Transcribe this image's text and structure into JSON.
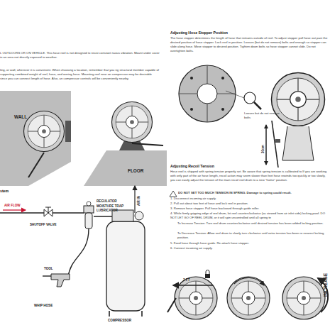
{
  "diagram": {
    "labels": [
      "L OUTDOORS OR ON VEHICLE. This hose reel is not designed to resist constant nuous vibration. Mount under cover in an area not directly exposed to weather.",
      "ling, or wall, wherever it is convenient. When choosing a location, remember that you ng structural member capable of supporting combined weight of reel, hose, and wering hose. Mounting reel near an compressor may be desirable since you can connect length of hose. Also, an compressor controls will be conveniently nearby.",
      "WALL",
      "FLOOR",
      "stem",
      "AIR FLOW",
      "REGULATOR MOISTURE TRAP LUBRICATOR",
      "SHUTOFF VALVE",
      "AIR IN",
      "TOOL",
      "WHIP HOSE",
      "COMPRESSOR",
      "Adjusting Hose Stopper Position",
      "The hose stopper determines the length of hose that remains outside of reel. To adjust stopper pull hose out past the desired position of hose stopper. Lock reel in position. Loosen (but do not remove) bolts and enough so stopper can slide along hose. Move stopper to desired position. Tighten down bolts so hose stopper cannot slide. Do not overtighten bolts.",
      "Loosen but do not remove bolts",
      "30cm",
      "Adjusting Recoil Tension",
      "Hose reel is shipped with spring tension properly set. Be aware that spring tension is calibrated to If you are working with only part of the air hose length, recoil action may seem slower than feet hose rewinds too quickly or too slowly, you can easily adjust the tension of the main recoil reel drum to a new \"home\" position.",
      "DO NOT SET TOO MUCH TENSION IN SPRING. Damage to spring could result.",
      "1. Disconnect incoming air supply.",
      "2. Pull out about two feet of hose and lock reel in position.",
      "3. Remove hose stopper. Pull hose backward through guide roller.",
      "4. While firmly gripping edge of reel drum, let reel counterclockwise (as viewed from air inlet side) locking pawl. DO NOT LET GO OF REEL DRUM, or it will spin uncontrolled until all spring te",
      "To Increase Tension: Turn reel drum counterclockwise until desired tension has been added locking position.",
      "To Decrease Tension: Allow reel drum to slowly turn clockwise until extra tension has been re nearest locking position.",
      "5. Feed hose through hose guide. Re-attach hose stopper.",
      "6. Connect incoming air supply.",
      "2 FT",
      "INCREASE"
    ]
  }
}
